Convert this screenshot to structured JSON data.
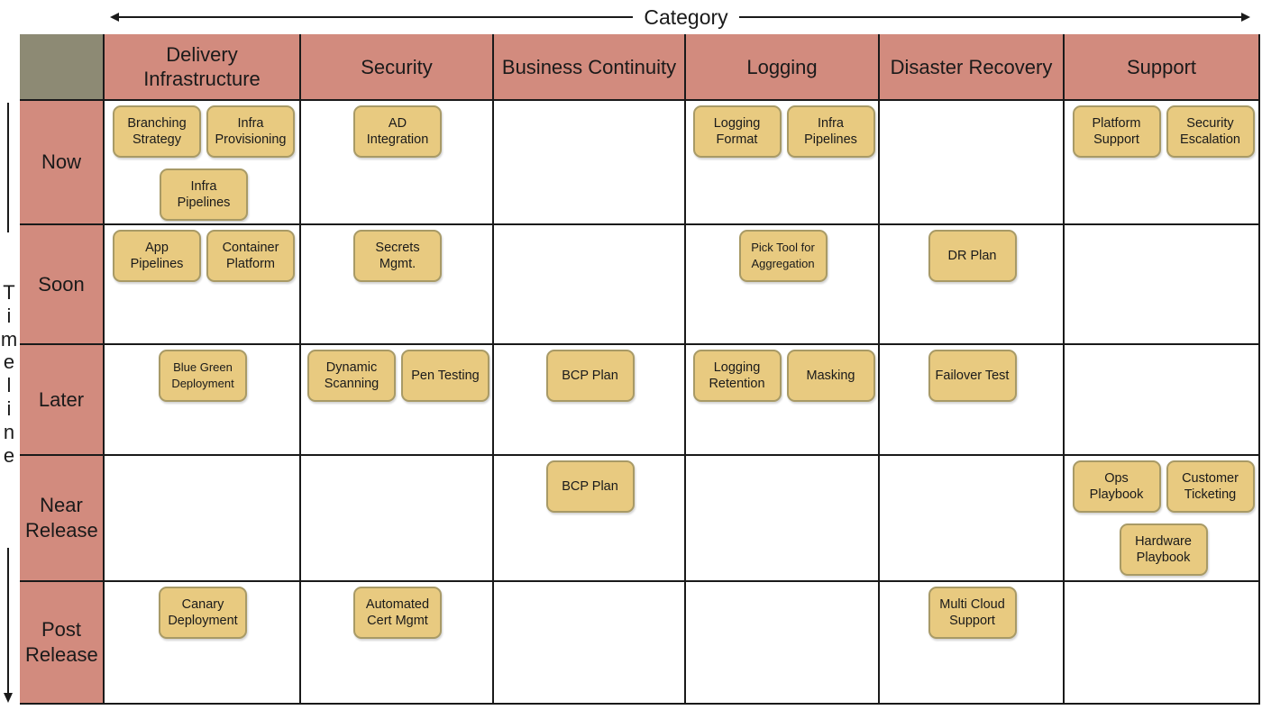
{
  "header": {
    "category_label": "Category"
  },
  "timeline": {
    "letters": [
      "T",
      "i",
      "m",
      "e",
      "l",
      "i",
      "n",
      "e"
    ]
  },
  "columns": [
    {
      "id": "delivery",
      "label": "Delivery Infrastructure"
    },
    {
      "id": "security",
      "label": "Security"
    },
    {
      "id": "bc",
      "label": "Business Continuity"
    },
    {
      "id": "logging",
      "label": "Logging"
    },
    {
      "id": "dr",
      "label": "Disaster Recovery"
    },
    {
      "id": "support",
      "label": "Support"
    }
  ],
  "rows": [
    {
      "id": "now",
      "label": "Now"
    },
    {
      "id": "soon",
      "label": "Soon"
    },
    {
      "id": "later",
      "label": "Later"
    },
    {
      "id": "near",
      "label": "Near Release"
    },
    {
      "id": "post",
      "label": "Post Release"
    }
  ],
  "cards": [
    {
      "row": "now",
      "col": "delivery",
      "label": "Branching Strategy"
    },
    {
      "row": "now",
      "col": "delivery",
      "label": "Infra Provisioning"
    },
    {
      "row": "now",
      "col": "delivery",
      "label": "Infra Pipelines"
    },
    {
      "row": "now",
      "col": "security",
      "label": "AD Integration"
    },
    {
      "row": "now",
      "col": "logging",
      "label": "Logging Format"
    },
    {
      "row": "now",
      "col": "logging",
      "label": "Infra Pipelines"
    },
    {
      "row": "now",
      "col": "support",
      "label": "Platform Support"
    },
    {
      "row": "now",
      "col": "support",
      "label": "Security Escalation"
    },
    {
      "row": "soon",
      "col": "delivery",
      "label": "App Pipelines"
    },
    {
      "row": "soon",
      "col": "delivery",
      "label": "Container Platform"
    },
    {
      "row": "soon",
      "col": "security",
      "label": "Secrets Mgmt."
    },
    {
      "row": "soon",
      "col": "logging",
      "label": "Pick Tool for Aggregation"
    },
    {
      "row": "soon",
      "col": "dr",
      "label": "DR Plan"
    },
    {
      "row": "later",
      "col": "delivery",
      "label": "Blue Green Deployment"
    },
    {
      "row": "later",
      "col": "security",
      "label": "Dynamic Scanning"
    },
    {
      "row": "later",
      "col": "security",
      "label": "Pen Testing"
    },
    {
      "row": "later",
      "col": "bc",
      "label": "BCP Plan"
    },
    {
      "row": "later",
      "col": "logging",
      "label": "Logging Retention"
    },
    {
      "row": "later",
      "col": "logging",
      "label": "Masking"
    },
    {
      "row": "later",
      "col": "dr",
      "label": "Failover Test"
    },
    {
      "row": "near",
      "col": "bc",
      "label": "BCP Plan"
    },
    {
      "row": "near",
      "col": "support",
      "label": "Ops Playbook"
    },
    {
      "row": "near",
      "col": "support",
      "label": "Customer Ticketing"
    },
    {
      "row": "near",
      "col": "support",
      "label": "Hardware Playbook"
    },
    {
      "row": "post",
      "col": "delivery",
      "label": "Canary Deployment"
    },
    {
      "row": "post",
      "col": "security",
      "label": "Automated Cert Mgmt"
    },
    {
      "row": "post",
      "col": "dr",
      "label": "Multi Cloud Support"
    }
  ]
}
